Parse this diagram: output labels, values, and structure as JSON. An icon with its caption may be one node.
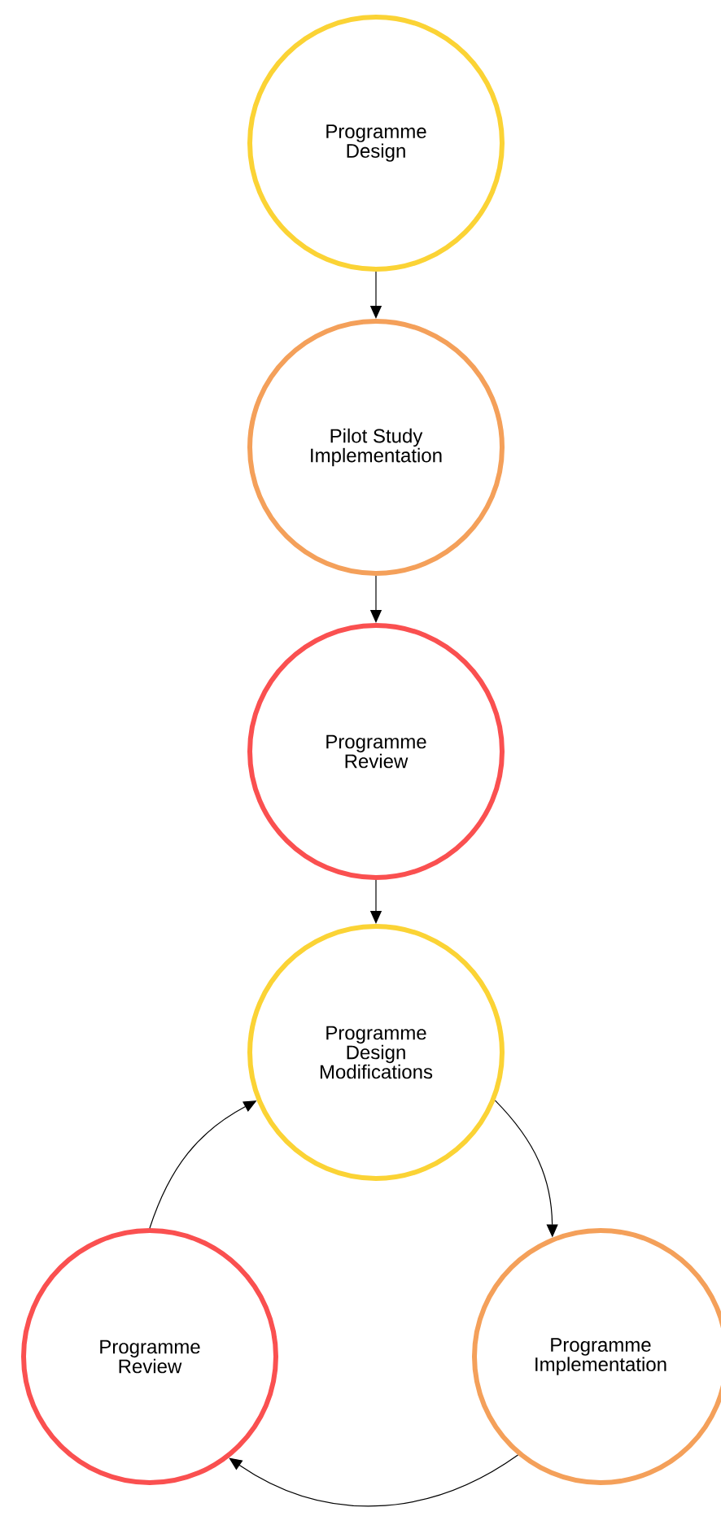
{
  "diagram": {
    "nodes": [
      {
        "text": [
          "Programme Design"
        ]
      },
      {
        "text": [
          "Pilot Study Implementation"
        ]
      },
      {
        "text": [
          "Programme Review"
        ]
      },
      {
        "text": [
          "Programme Design Modifications"
        ]
      },
      {
        "text": [
          "Programme Review"
        ]
      },
      {
        "text": [
          "Programme Implementation"
        ]
      }
    ],
    "edges": [
      {
        "from": 0,
        "to": 1,
        "arrow": "to"
      },
      {
        "from": 1,
        "to": 2,
        "arrow": "to"
      },
      {
        "from": 2,
        "to": 3,
        "arrow": "to"
      },
      {
        "from": 3,
        "to": 5,
        "arrow": "to"
      },
      {
        "from": 5,
        "to": 4,
        "arrow": "to"
      },
      {
        "from": 4,
        "to": 3,
        "arrow": "to"
      }
    ]
  }
}
